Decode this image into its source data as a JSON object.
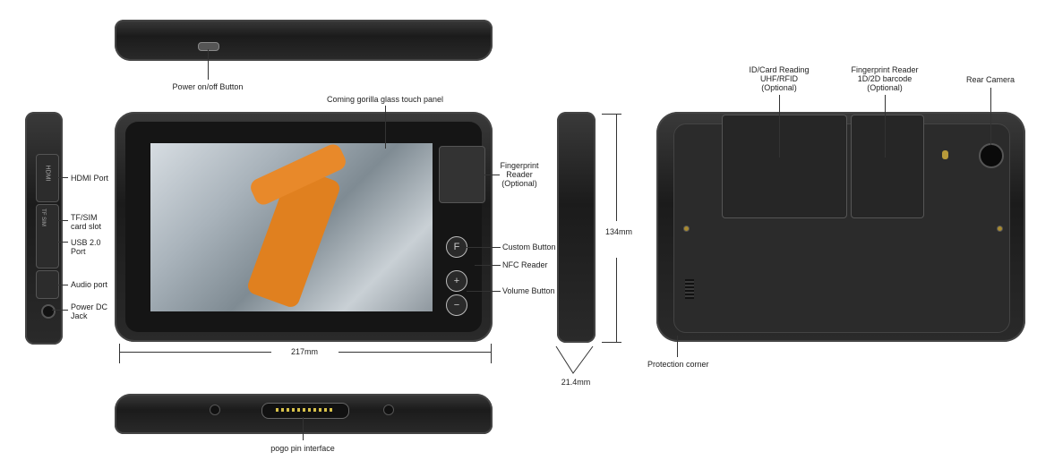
{
  "labels": {
    "power_button": "Power on/off Button",
    "glass": "Coming gorilla glass touch panel",
    "fingerprint_front": [
      "Fingerprint",
      "Reader",
      "(Optional)"
    ],
    "custom_button": "Custom Button",
    "nfc": "NFC Reader",
    "volume": "Volume Button",
    "hdmi": "HDMI Port",
    "tf_sim": [
      "TF/SIM",
      "card slot"
    ],
    "usb": [
      "USB 2.0",
      "Port"
    ],
    "audio": "Audio port",
    "dc": [
      "Power DC",
      "Jack"
    ],
    "width": "217mm",
    "height": "134mm",
    "thickness": "21.4mm",
    "id_card": [
      "ID/Card Reading",
      "UHF/RFID",
      "(Optional)"
    ],
    "fingerprint_back": [
      "Fingerprint Reader",
      "1D/2D barcode",
      "(Optional)"
    ],
    "rear_camera": "Rear Camera",
    "protection_corner": "Protection corner",
    "pogo": "pogo pin interface"
  },
  "side_port_marks": {
    "hdmi": "HDMI",
    "tf": "TF SIM"
  },
  "buttons": {
    "custom": "F",
    "vol_up": "+",
    "vol_down": "−"
  }
}
